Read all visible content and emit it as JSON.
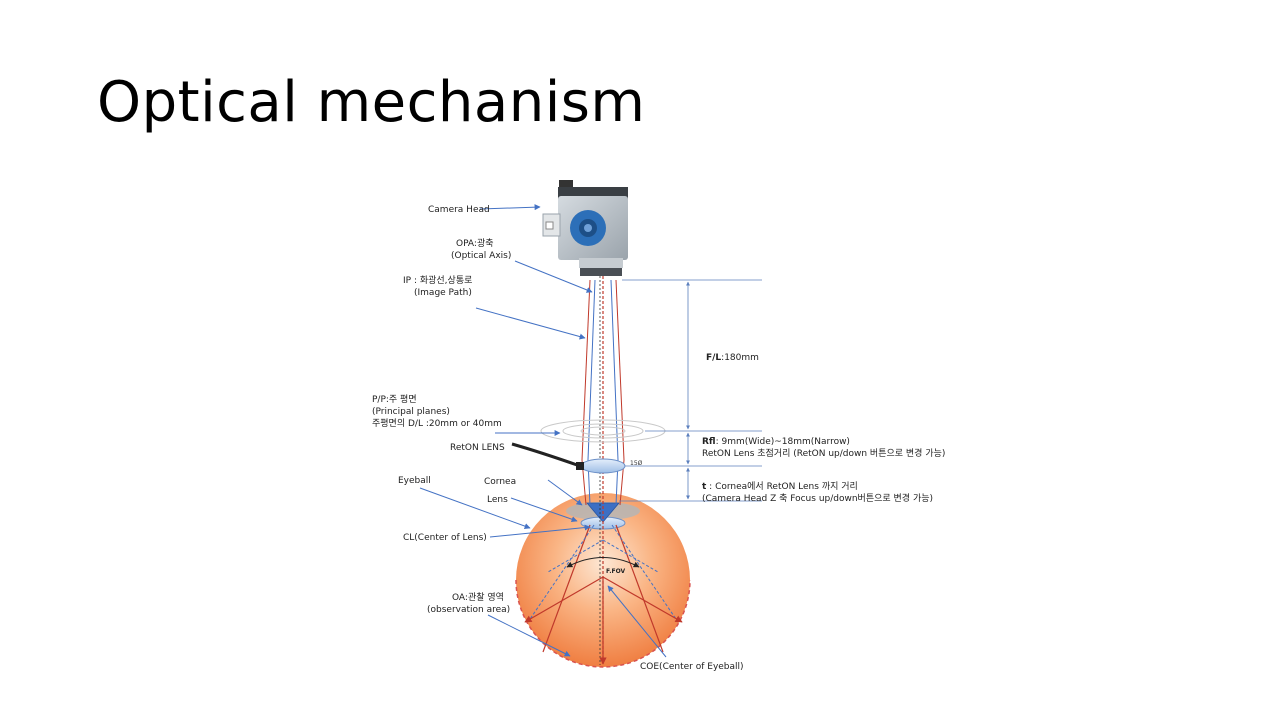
{
  "slide": {
    "title": "Optical mechanism"
  },
  "labels": {
    "camera_head": "Camera Head",
    "opa_1": "OPA:광축",
    "opa_2": "(Optical Axis)",
    "ip_1": "IP : 화광선,상통로",
    "ip_2": "(Image Path)",
    "pp_1": "P/P:주 평면",
    "pp_2": "(Principal planes)",
    "pp_3": "주평면의 D/L :20mm or 40mm",
    "retlens": "RetON LENS",
    "eyeball": "Eyeball",
    "cornea": "Cornea",
    "lens": "Lens",
    "cl": "CL(Center of Lens)",
    "oa_1": "OA:관찰 영역",
    "oa_2": "(observation area)",
    "coe": "COE(Center of Eyeball)",
    "fl_key": "F/L",
    "fl_val": ":180mm",
    "rfl_key": "Rfl",
    "rfl_1": ":    9mm(Wide)~18mm(Narrow)",
    "rfl_2": "RetON Lens 초점거리 (RetON up/down 버튼으로 변경 가능)",
    "t_key": "t",
    "t_1": " :  Cornea에서 RetON Lens 까지 거리",
    "t_2": "(Camera Head Z 축 Focus up/down버튼으로 변경 가능)",
    "lens_angle": "15Ø",
    "ffov": "F.FOV"
  },
  "colors": {
    "eye_light": "#fce3cc",
    "eye_mid": "#f9a874",
    "eye_dark": "#ee7a3c",
    "ray_red": "#c0392b",
    "ray_blue": "#4472c4",
    "dim_blue": "#5b7fbd",
    "camera_body": "#b9c1c8",
    "camera_dial": "#2c6fb8"
  }
}
